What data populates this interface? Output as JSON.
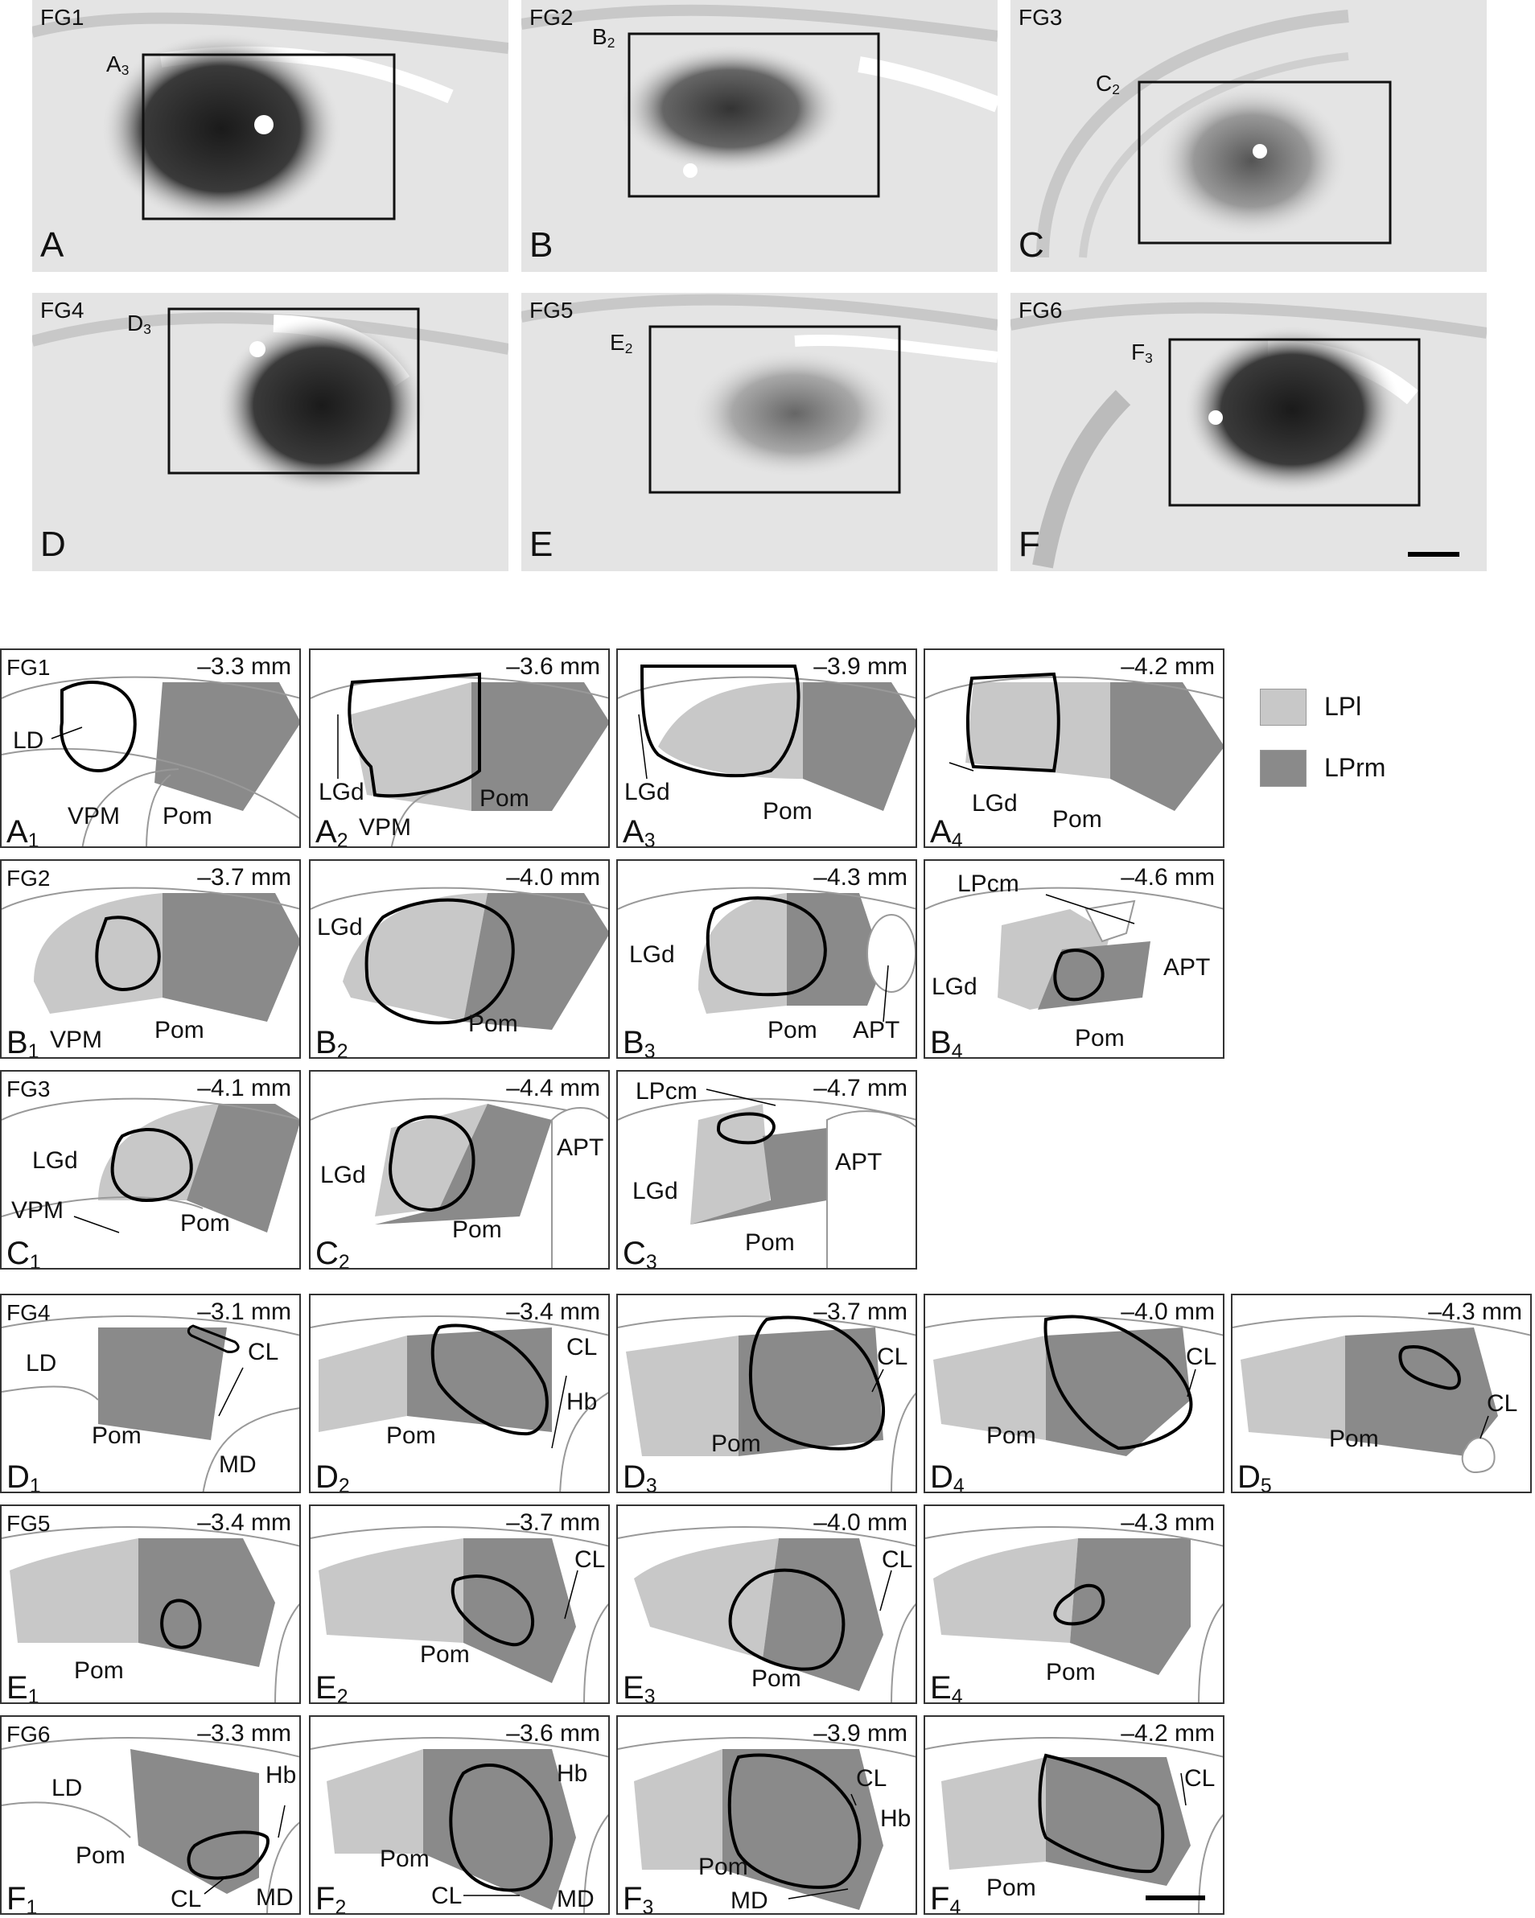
{
  "photos": [
    {
      "tag": "FG1",
      "letter": "A",
      "box_label": "A",
      "box_sub": "3"
    },
    {
      "tag": "FG2",
      "letter": "B",
      "box_label": "B",
      "box_sub": "2"
    },
    {
      "tag": "FG3",
      "letter": "C",
      "box_label": "C",
      "box_sub": "2"
    },
    {
      "tag": "FG4",
      "letter": "D",
      "box_label": "D",
      "box_sub": "3"
    },
    {
      "tag": "FG5",
      "letter": "E",
      "box_label": "E",
      "box_sub": "2"
    },
    {
      "tag": "FG6",
      "letter": "F",
      "box_label": "F",
      "box_sub": "3"
    }
  ],
  "legend": {
    "lpl": "LPl",
    "lprm": "LPrm",
    "lpl_color": "#c8c8c8",
    "lprm_color": "#8a8a8a"
  },
  "panels": {
    "A1": {
      "fg": "FG1",
      "mm": "–3.3 mm",
      "letter": "A",
      "sub": "1",
      "labels": [
        "LD",
        "VPM",
        "Pom"
      ]
    },
    "A2": {
      "mm": "–3.6 mm",
      "letter": "A",
      "sub": "2",
      "labels": [
        "LGd",
        "VPM",
        "Pom"
      ]
    },
    "A3": {
      "mm": "–3.9 mm",
      "letter": "A",
      "sub": "3",
      "labels": [
        "LGd",
        "Pom"
      ]
    },
    "A4": {
      "mm": "–4.2 mm",
      "letter": "A",
      "sub": "4",
      "labels": [
        "LGd",
        "Pom"
      ]
    },
    "B1": {
      "fg": "FG2",
      "mm": "–3.7 mm",
      "letter": "B",
      "sub": "1",
      "labels": [
        "VPM",
        "Pom"
      ]
    },
    "B2": {
      "mm": "–4.0 mm",
      "letter": "B",
      "sub": "2",
      "labels": [
        "LGd",
        "Pom"
      ]
    },
    "B3": {
      "mm": "–4.3 mm",
      "letter": "B",
      "sub": "3",
      "labels": [
        "LGd",
        "Pom",
        "APT"
      ]
    },
    "B4": {
      "mm": "–4.6 mm",
      "letter": "B",
      "sub": "4",
      "labels": [
        "LPcm",
        "LGd",
        "APT",
        "Pom"
      ]
    },
    "C1": {
      "fg": "FG3",
      "mm": "–4.1 mm",
      "letter": "C",
      "sub": "1",
      "labels": [
        "LGd",
        "VPM",
        "Pom"
      ]
    },
    "C2": {
      "mm": "–4.4 mm",
      "letter": "C",
      "sub": "2",
      "labels": [
        "LGd",
        "APT",
        "Pom"
      ]
    },
    "C3": {
      "mm": "–4.7 mm",
      "letter": "C",
      "sub": "3",
      "labels": [
        "LPcm",
        "LGd",
        "APT",
        "Pom"
      ]
    },
    "D1": {
      "fg": "FG4",
      "mm": "–3.1 mm",
      "letter": "D",
      "sub": "1",
      "labels": [
        "LD",
        "CL",
        "Pom",
        "MD"
      ]
    },
    "D2": {
      "mm": "–3.4 mm",
      "letter": "D",
      "sub": "2",
      "labels": [
        "CL",
        "Hb",
        "Pom"
      ]
    },
    "D3": {
      "mm": "–3.7 mm",
      "letter": "D",
      "sub": "3",
      "labels": [
        "CL",
        "Pom"
      ]
    },
    "D4": {
      "mm": "–4.0 mm",
      "letter": "D",
      "sub": "4",
      "labels": [
        "CL",
        "Pom"
      ]
    },
    "D5": {
      "mm": "–4.3 mm",
      "letter": "D",
      "sub": "5",
      "labels": [
        "CL",
        "Pom"
      ]
    },
    "E1": {
      "fg": "FG5",
      "mm": "–3.4 mm",
      "letter": "E",
      "sub": "1",
      "labels": [
        "Pom"
      ]
    },
    "E2": {
      "mm": "–3.7 mm",
      "letter": "E",
      "sub": "2",
      "labels": [
        "CL",
        "Pom"
      ]
    },
    "E3": {
      "mm": "–4.0 mm",
      "letter": "E",
      "sub": "3",
      "labels": [
        "CL",
        "Pom"
      ]
    },
    "E4": {
      "mm": "–4.3 mm",
      "letter": "E",
      "sub": "4",
      "labels": [
        "Pom"
      ]
    },
    "F1": {
      "fg": "FG6",
      "mm": "–3.3 mm",
      "letter": "F",
      "sub": "1",
      "labels": [
        "LD",
        "Hb",
        "Pom",
        "CL",
        "MD"
      ]
    },
    "F2": {
      "mm": "–3.6 mm",
      "letter": "F",
      "sub": "2",
      "labels": [
        "Hb",
        "Pom",
        "CL",
        "MD"
      ]
    },
    "F3": {
      "mm": "–3.9 mm",
      "letter": "F",
      "sub": "3",
      "labels": [
        "CL",
        "Hb",
        "Pom",
        "MD"
      ]
    },
    "F4": {
      "mm": "–4.2 mm",
      "letter": "F",
      "sub": "4",
      "labels": [
        "CL",
        "Pom"
      ]
    }
  }
}
